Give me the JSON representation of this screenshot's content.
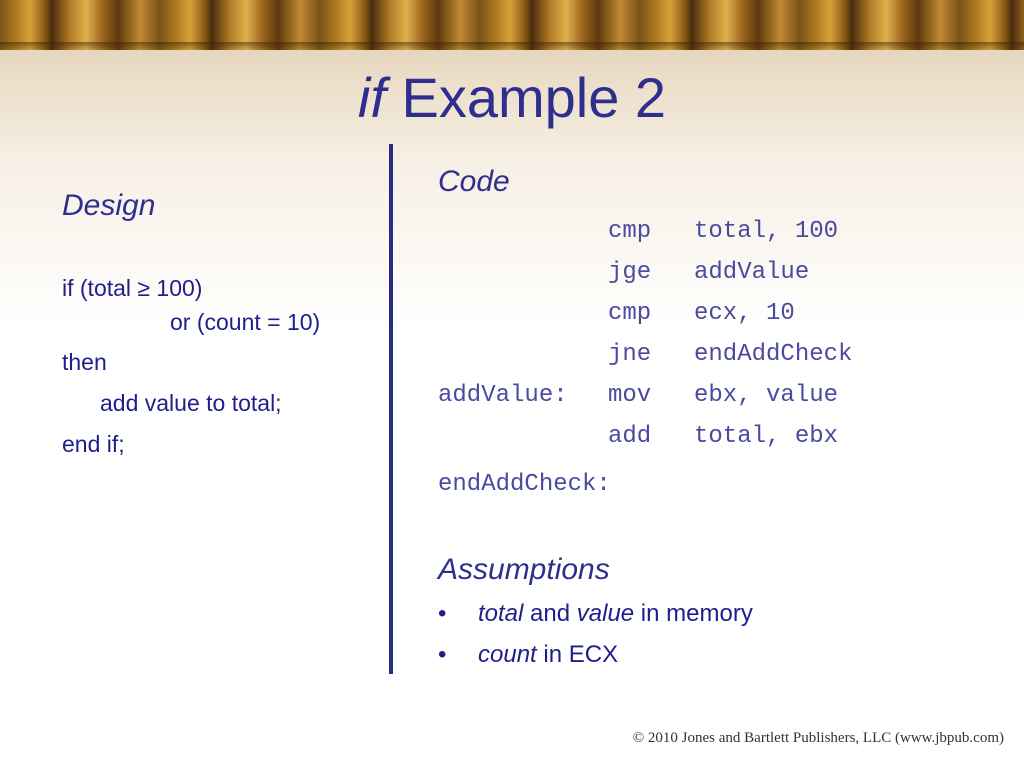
{
  "title": {
    "italic": "if",
    "rest": " Example 2"
  },
  "design": {
    "heading": "Design",
    "lines": [
      "if (total ≥ 100)",
      "or (count = 10)",
      "then",
      "add value to total;",
      "end if;"
    ]
  },
  "code": {
    "heading": "Code",
    "lines": [
      {
        "label": "",
        "op": "cmp",
        "args": "total, 100"
      },
      {
        "label": "",
        "op": "jge",
        "args": "addValue"
      },
      {
        "label": "",
        "op": "cmp",
        "args": "ecx, 10"
      },
      {
        "label": "",
        "op": "jne",
        "args": "endAddCheck"
      },
      {
        "label": "addValue:",
        "op": "mov",
        "args": "ebx, value"
      },
      {
        "label": "",
        "op": "add",
        "args": "total, ebx"
      },
      {
        "label": "endAddCheck:",
        "op": "",
        "args": ""
      }
    ]
  },
  "assumptions": {
    "heading": "Assumptions",
    "bullet_char": "•",
    "items": [
      {
        "term1": "total",
        "mid": " and ",
        "term2": "value",
        "tail": " in memory"
      },
      {
        "term1": "count",
        "tail": " in ECX"
      }
    ]
  },
  "copyright": "© 2010 Jones and Bartlett Publishers, LLC (www.jbpub.com)",
  "colors": {
    "title": "#2e2e8e",
    "text": "#1e1e8c",
    "code": "#4a4aa0",
    "divider": "#2b2b86"
  }
}
